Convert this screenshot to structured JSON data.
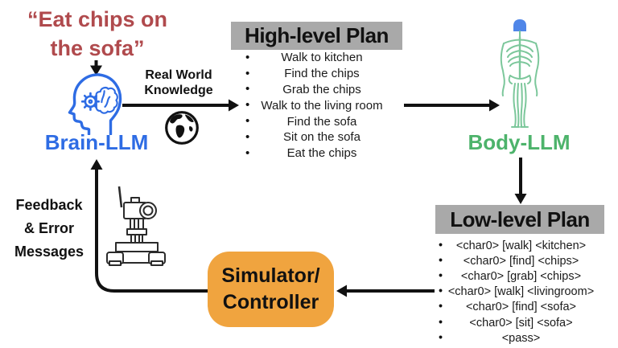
{
  "colors": {
    "instruction_red": "#b04a4d",
    "brain_blue": "#2e6ce4",
    "body_green": "#4db36b",
    "skeleton_green": "#7cc79b",
    "skeleton_head_blue": "#4f86e8",
    "header_gray": "#a9a9a9",
    "simulator_orange": "#f0a43f",
    "arrow_black": "#111111"
  },
  "instruction": {
    "text": "“Eat chips on\nthe sofa”"
  },
  "brain": {
    "label": "Brain-LLM"
  },
  "knowledge": {
    "label": "Real World Knowledge"
  },
  "high_level_plan": {
    "title": "High-level Plan",
    "items": [
      "Walk to kitchen",
      "Find the chips",
      "Grab the chips",
      "Walk to the living room",
      "Find the sofa",
      "Sit on the sofa",
      "Eat the chips"
    ]
  },
  "body": {
    "label": "Body-LLM"
  },
  "low_level_plan": {
    "title": "Low-level Plan",
    "items": [
      "<char0> [walk] <kitchen>",
      "<char0> [find] <chips>",
      "<char0> [grab] <chips>",
      "<char0> [walk] <livingroom>",
      "<char0> [find] <sofa>",
      "<char0> [sit] <sofa>",
      "<pass>"
    ]
  },
  "simulator": {
    "label": "Simulator/\nController"
  },
  "feedback": {
    "label": "Feedback\n& Error\nMessages"
  },
  "icons": {
    "brain": "head-with-gear-and-brain",
    "globe": "earth-globe",
    "body": "human-nervous-system-figure",
    "robot": "wheeled-camera-robot",
    "bullet": "•"
  }
}
